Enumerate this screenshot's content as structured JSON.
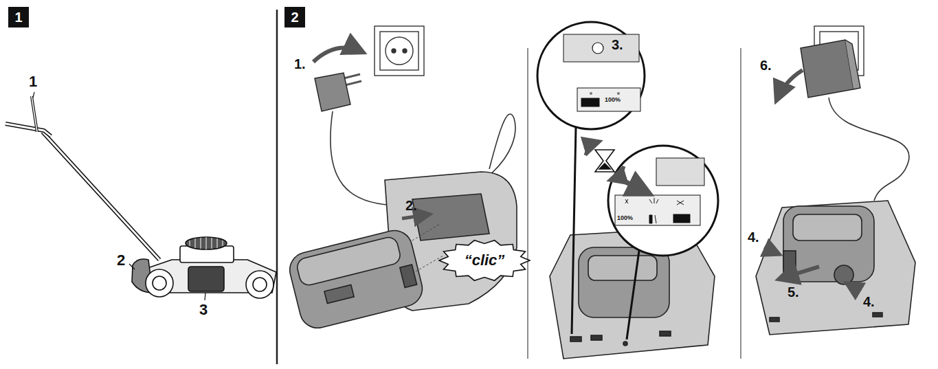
{
  "diagram": {
    "nodes": [
      {
        "text": [
          "1"
        ]
      },
      {
        "text": [
          "2"
        ]
      },
      {
        "text": [
          "“clic”"
        ]
      }
    ],
    "labels": [
      "1",
      "2",
      "3",
      "1.",
      "2.",
      "3.",
      "100%",
      "100%",
      "4.",
      "4.",
      "5.",
      "6."
    ]
  }
}
